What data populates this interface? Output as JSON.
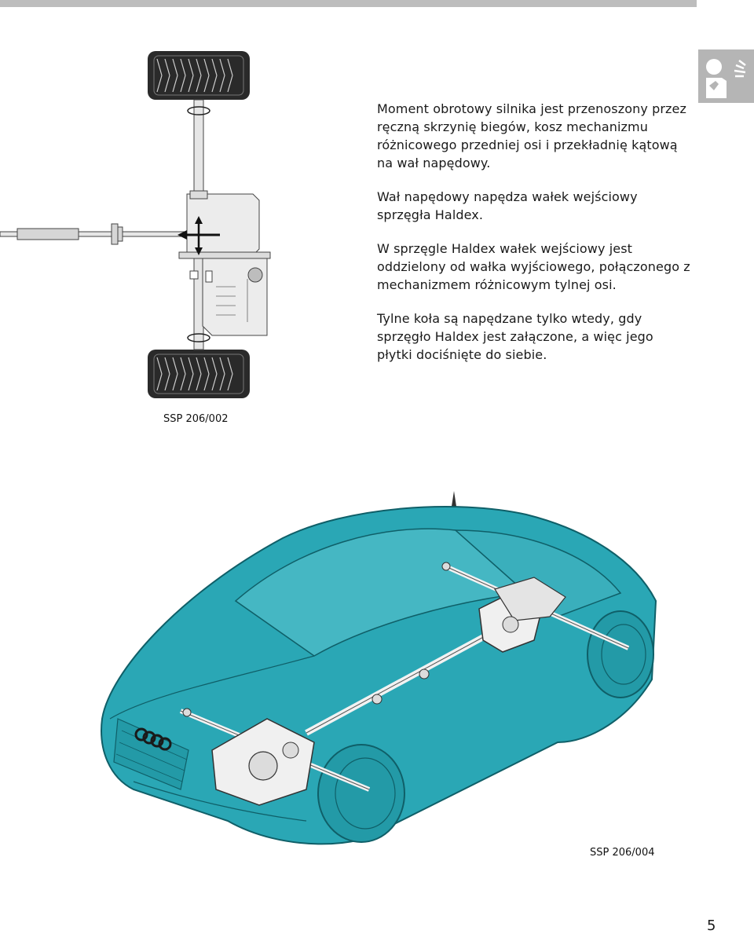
{
  "paragraphs": [
    "Moment obrotowy silnika jest przenoszony przez ręczną skrzynię biegów, kosz mechanizmu różnicowego przedniej osi i przekładnię kątową na wał napędowy.",
    "Wał napędowy napędza wałek wejściowy sprzęgła Haldex.",
    "W sprzęgle Haldex wałek wejściowy jest oddzielony od wałka wyjściowego, połączonego z mechanizmem różnicowym tylnej osi.",
    "Tylne koła są napędzane tylko wtedy, gdy sprzęgło Haldex jest załączone, a więc jego płytki dociśnięte do siebie."
  ],
  "figures": {
    "figure1_caption": "SSP 206/002",
    "figure2_caption": "SSP 206/004"
  },
  "page_number": "5",
  "colors": {
    "car_body": "#2aa7b5",
    "header_bar": "#bdbdbd",
    "tire": "#2a2a2a"
  },
  "icons": {
    "corner": "reader-hand-icon"
  }
}
